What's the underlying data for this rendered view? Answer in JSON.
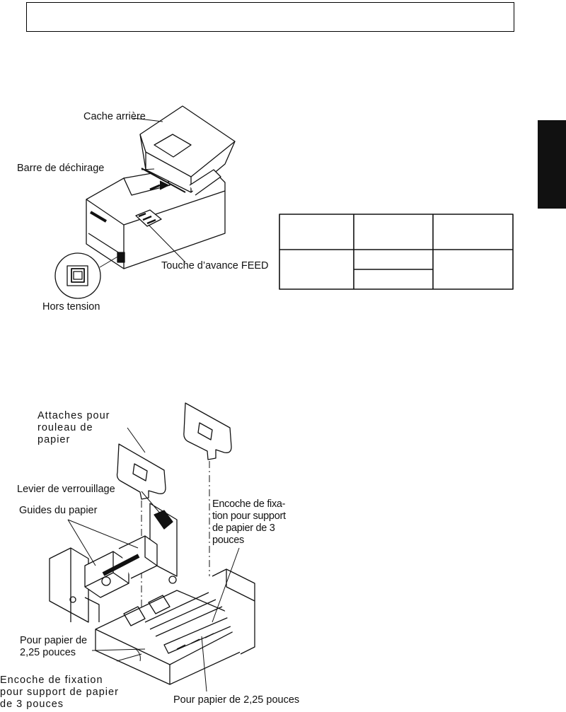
{
  "labels": {
    "rear_cover": "Cache arrière",
    "tear_bar": "Barre de déchirage",
    "feed_button": "Touche d’avance FEED",
    "power_off": "Hors tension",
    "roll_holders": "Attaches pour rouleau de papier",
    "lock_lever": "Levier de verrouillage",
    "paper_guides": "Guides du papier",
    "notch_right": "Encoche de fixa-tion pour support de papier de 3 pouces",
    "paper_225_left": "Pour papier de 2,25 pouces",
    "notch_left": "Encoche de fixation pour support de papier de 3 pouces",
    "paper_225_bottom": "Pour papier de 2,25 pouces"
  },
  "colors": {
    "ink": "#111111",
    "tab": "#111111",
    "paper": "#ffffff"
  }
}
